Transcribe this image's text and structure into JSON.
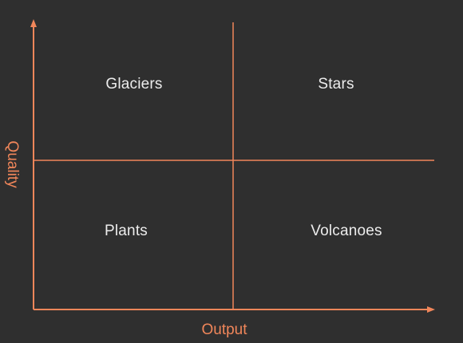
{
  "diagram": {
    "accent_color": "#f0865a",
    "background_color": "#2f2f2f",
    "text_color": "#ececec",
    "x_axis_label": "Output",
    "y_axis_label": "Quality",
    "quadrants": {
      "top_left": "Glaciers",
      "top_right": "Stars",
      "bottom_left": "Plants",
      "bottom_right": "Volcanoes"
    }
  }
}
